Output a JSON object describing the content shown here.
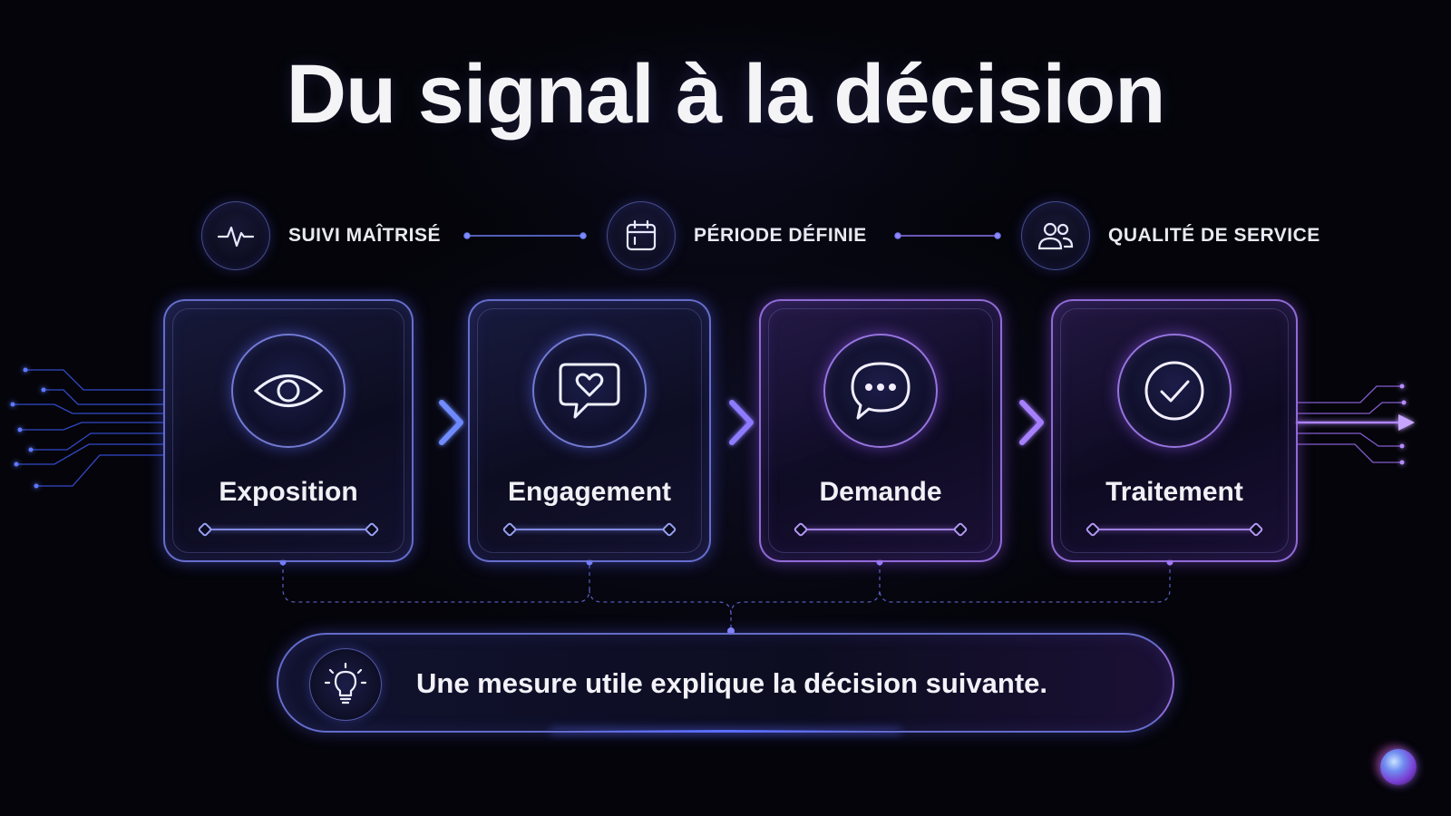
{
  "title": "Du signal à la décision",
  "features": [
    {
      "label": "SUIVI MAÎTRISÉ",
      "icon": "pulse-icon"
    },
    {
      "label": "PÉRIODE DÉFINIE",
      "icon": "calendar-icon"
    },
    {
      "label": "QUALITÉ DE SERVICE",
      "icon": "users-icon"
    }
  ],
  "steps": [
    {
      "label": "Exposition",
      "icon": "eye-icon"
    },
    {
      "label": "Engagement",
      "icon": "chat-heart-icon"
    },
    {
      "label": "Demande",
      "icon": "chat-dots-icon"
    },
    {
      "label": "Traitement",
      "icon": "check-circle-icon"
    }
  ],
  "banner": {
    "text": "Une mesure utile explique la décision suivante.",
    "icon": "lightbulb-icon"
  },
  "colors": {
    "background": "#04040a",
    "accent_blue": "#5b6cff",
    "accent_violet": "#a673ff",
    "text": "#f2f2f6"
  }
}
